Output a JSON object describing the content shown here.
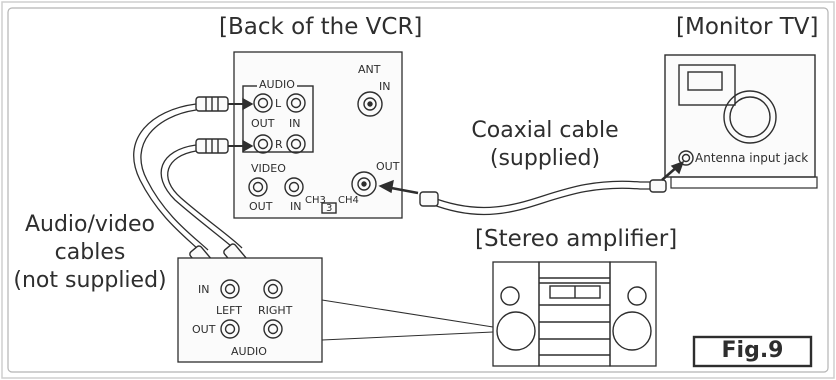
{
  "titles": {
    "vcr": "[Back of the VCR]",
    "tv": "[Monitor TV]",
    "amp": "[Stereo amplifier]"
  },
  "vcr_panel": {
    "audio": "AUDIO",
    "l": "L",
    "r": "R",
    "out": "OUT",
    "in": "IN",
    "ant": "ANT",
    "ant_in": "IN",
    "video": "VIDEO",
    "video_out": "OUT",
    "video_in": "IN",
    "ch3": "CH3",
    "ch4": "CH4",
    "ch_box": "3",
    "ant_out": "OUT"
  },
  "coax_label": {
    "line1": "Coaxial cable",
    "line2": "(supplied)"
  },
  "tv": {
    "jack_label": "Antenna input jack"
  },
  "av_label": {
    "line1": "Audio/video",
    "line2": "cables",
    "line3": "(not supplied)"
  },
  "amp_panel": {
    "in": "IN",
    "left": "LEFT",
    "right": "RIGHT",
    "out": "OUT",
    "audio": "AUDIO"
  },
  "fig": "Fig.9",
  "colors": {
    "ink": "#2e2e2e",
    "frame": "#cfcfcf",
    "panel": "#fbfbfb"
  }
}
